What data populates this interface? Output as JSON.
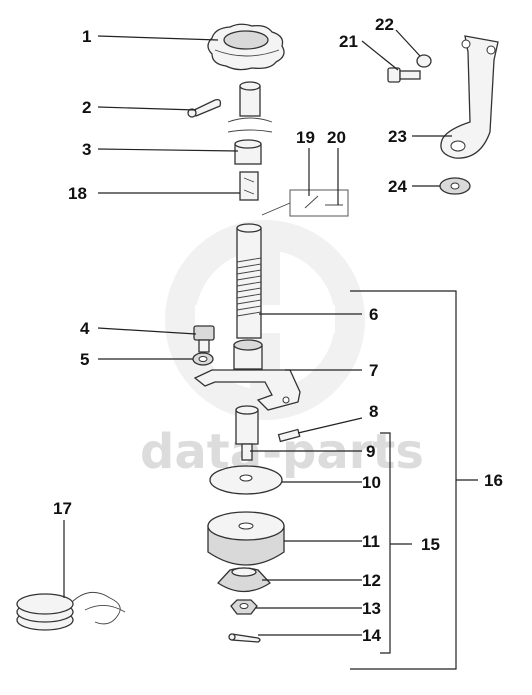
{
  "watermark": {
    "text": "data-parts"
  },
  "labels": [
    {
      "id": "1",
      "text": "1"
    },
    {
      "id": "2",
      "text": "2"
    },
    {
      "id": "3",
      "text": "3"
    },
    {
      "id": "4",
      "text": "4"
    },
    {
      "id": "5",
      "text": "5"
    },
    {
      "id": "6",
      "text": "6"
    },
    {
      "id": "7",
      "text": "7"
    },
    {
      "id": "8",
      "text": "8"
    },
    {
      "id": "9",
      "text": "9"
    },
    {
      "id": "10",
      "text": "10"
    },
    {
      "id": "11",
      "text": "11"
    },
    {
      "id": "12",
      "text": "12"
    },
    {
      "id": "13",
      "text": "13"
    },
    {
      "id": "14",
      "text": "14"
    },
    {
      "id": "15",
      "text": "15"
    },
    {
      "id": "16",
      "text": "16"
    },
    {
      "id": "17",
      "text": "17"
    },
    {
      "id": "18",
      "text": "18"
    },
    {
      "id": "19",
      "text": "19"
    },
    {
      "id": "20",
      "text": "20"
    },
    {
      "id": "21",
      "text": "21"
    },
    {
      "id": "22",
      "text": "22"
    },
    {
      "id": "23",
      "text": "23"
    },
    {
      "id": "24",
      "text": "24"
    }
  ]
}
